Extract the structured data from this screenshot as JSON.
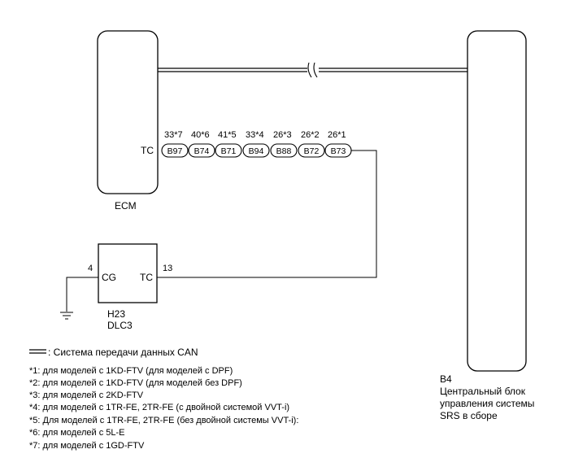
{
  "ecm": {
    "name": "ECM",
    "terminal": "TC",
    "pins": [
      {
        "num": "33*7",
        "code": "B97"
      },
      {
        "num": "40*6",
        "code": "B74"
      },
      {
        "num": "41*5",
        "code": "B71"
      },
      {
        "num": "33*4",
        "code": "B94"
      },
      {
        "num": "26*3",
        "code": "B88"
      },
      {
        "num": "26*2",
        "code": "B72"
      },
      {
        "num": "26*1",
        "code": "B73"
      }
    ]
  },
  "dlc3": {
    "code": "H23",
    "name": "DLC3",
    "left_terminal": "CG",
    "left_pin": "4",
    "right_terminal": "TC",
    "right_pin": "13"
  },
  "srs": {
    "code": "B4",
    "lines": [
      "Центральный блок",
      "управления системы",
      "SRS в сборе"
    ]
  },
  "legend": {
    "text": ": Система передачи данных CAN"
  },
  "notes": [
    "*1: для моделей с 1KD-FTV (для моделей с DPF)",
    "*2: для моделей с 1KD-FTV (для моделей без DPF)",
    "*3: для моделей с 2KD-FTV",
    "*4: для моделей с 1TR-FE, 2TR-FE (с двойной системой VVT-i)",
    "*5: Для моделей с 1TR-FE, 2TR-FE (без двойной системы VVT-i):",
    "*6: для моделей с 5L-E",
    "*7: для моделей с 1GD-FTV"
  ]
}
